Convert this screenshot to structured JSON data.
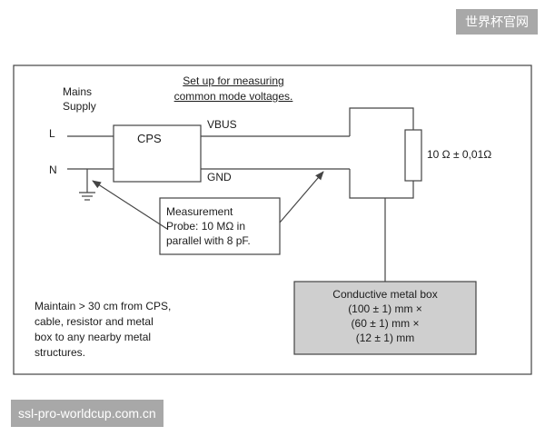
{
  "watermark_top": "世界杯官网",
  "watermark_bottom": "ssl-pro-worldcup.com.cn",
  "title_line1": "Set up for measuring",
  "title_line2": "common mode voltages.",
  "mains_line1": "Mains",
  "mains_line2": "Supply",
  "terminal_l": "L",
  "terminal_n": "N",
  "cps_label": "CPS",
  "vbus_label": "VBUS",
  "gnd_label": "GND",
  "resistor_label": "10 Ω ± 0,01Ω",
  "probe_lines": [
    "Measurement",
    "Probe: 10 MΩ in",
    "parallel with 8 pF."
  ],
  "metal_box_lines": [
    "Conductive metal box",
    "(100 ± 1) mm ×",
    "(60 ± 1) mm ×",
    "(12 ± 1) mm"
  ],
  "maintain_lines": [
    "Maintain > 30 cm from CPS,",
    "cable, resistor and metal",
    "box to any nearby metal",
    "structures."
  ],
  "colors": {
    "line": "#3a3a3a",
    "metal_box_fill": "#cfcfcf",
    "watermark_bg": "#a8a8a8"
  }
}
